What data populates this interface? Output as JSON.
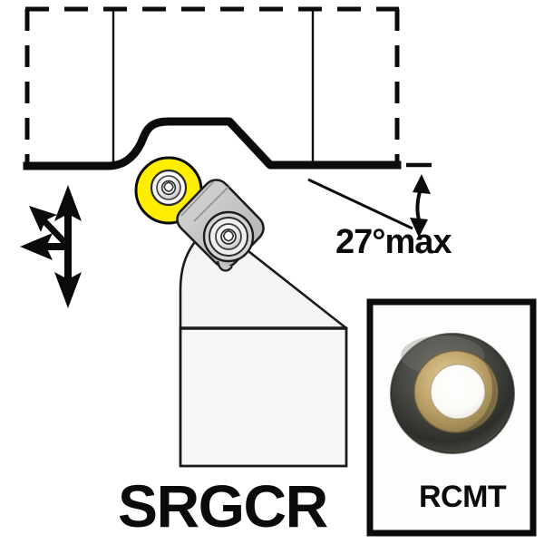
{
  "figure": {
    "title": "SRGCR turning tool holder with RCMT round insert",
    "type": "technical-line-diagram"
  },
  "labels": {
    "angle": "27°max",
    "designation": "SRGCR",
    "insert_code": "RCMT"
  },
  "colors": {
    "line": "#0b0b0b",
    "insert_yellow": "#FFEE00",
    "clamp_gray": "#c9c9c9",
    "holder_fill": "#f4f4f4",
    "photo_dark": "#3a3a38",
    "photo_gold": "#c9ae72",
    "background": "#ffffff"
  },
  "parts": {
    "workpiece_stock_outline": "dashed-rectangle",
    "workpiece_machined_profile": "solid-contour",
    "insert": "round-insert-yellow",
    "insert_screw": "torx-screw",
    "clamp": "clamp-block-gray",
    "clamp_screw": "torx-screw",
    "shank": "square-shank-body",
    "feed_arrows": "three-direction-feed-arrows",
    "angle_dimension": "27-degree-max-approach-angle",
    "inset_photo": "rcmt-round-insert-photo"
  },
  "annotations": {
    "feed_directions": [
      "axial-up",
      "axial-down",
      "radial-left",
      "diagonal-up-left"
    ],
    "angle_reference": "horizontal",
    "angle_value_degrees": 27,
    "angle_qualifier": "max"
  }
}
